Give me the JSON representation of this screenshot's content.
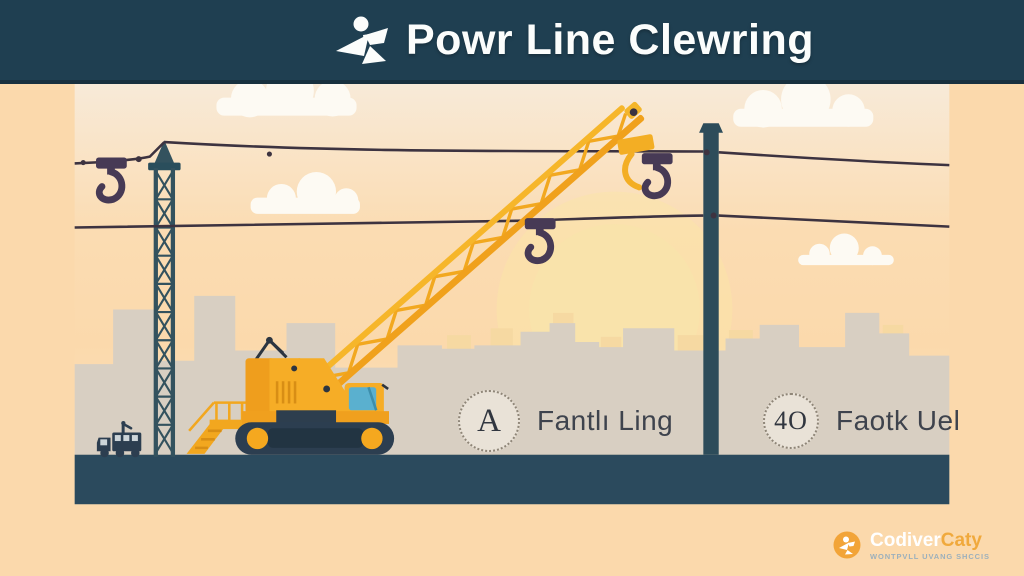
{
  "header": {
    "title": "Powr Line Clewring",
    "icon": "worker-flag-icon"
  },
  "callouts": [
    {
      "circle_text": "A",
      "label": "Fantlı Ling"
    },
    {
      "circle_text": "4O",
      "label": "Faotk Uel"
    }
  ],
  "brand": {
    "name_primary": "Codiver",
    "name_accent": "Caty",
    "tagline": "WONTPVLL UVANG SHCCIS",
    "icon": "worker-badge-icon"
  },
  "scene": {
    "description": "flat illustration: crawler crane with lattice boom lifting near overhead power lines, lattice tower left, utility pole right, three cable hooks, city skyline, sun and clouds, small service truck",
    "elements": [
      "crawler-crane",
      "lattice-tower",
      "utility-pole",
      "power-lines",
      "cable-hooks",
      "city-skyline",
      "sun",
      "clouds",
      "service-truck",
      "ground"
    ]
  },
  "colors": {
    "header_bg": "#1f3f51",
    "sky_top": "#f8ead8",
    "sky_mid": "#fbd9ac",
    "sun": "#f9e3ab",
    "cloud": "#fdfaf3",
    "crane_orange": "#f2a71f",
    "crane_orange_light": "#f6b62a",
    "hook_purple": "#473a55",
    "structure_teal": "#33525e",
    "pole_teal": "#2d4c5a",
    "skyline_gray": "#d8cfc2",
    "skyline_sunlit": "#f6d9a2",
    "ground": "#2b4a5d",
    "cab_window": "#5ab0cf",
    "brand_accent": "#f0a93c"
  }
}
